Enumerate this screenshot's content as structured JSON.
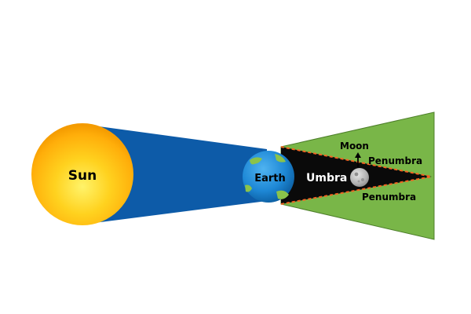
{
  "labels": {
    "sun": "Sun",
    "earth": "Earth",
    "umbra": "Umbra",
    "moon": "Moon",
    "penumbra_top": "Penumbra",
    "penumbra_bottom": "Penumbra"
  },
  "colors": {
    "sun_core": "#fff36a",
    "sun_mid": "#ffc61a",
    "sun_edge": "#f49b00",
    "light_beam": "#0d5ba8",
    "earth_ocean": "#1e88d6",
    "earth_land": "#8bc34a",
    "umbra": "#0a0a0a",
    "penumbra": "#79b648",
    "umbra_edge": "#f26522",
    "moon": "#b9b9b9"
  }
}
